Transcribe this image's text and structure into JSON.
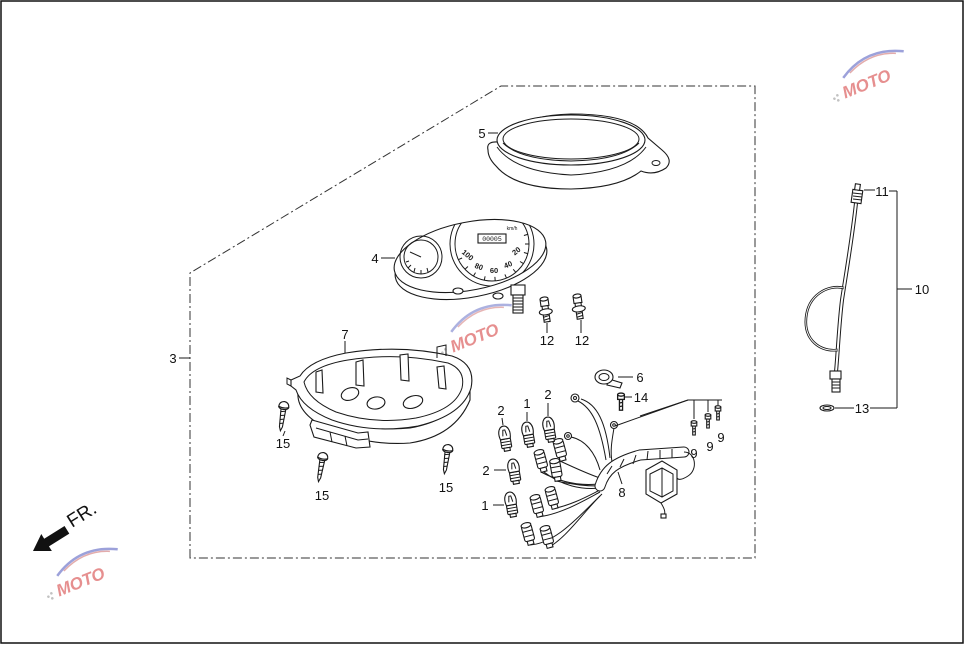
{
  "callouts": {
    "part_1": "1",
    "part_2": "2",
    "part_3": "3",
    "part_4": "4",
    "part_5": "5",
    "part_6": "6",
    "part_7": "7",
    "part_8": "8",
    "part_9": "9",
    "part_10": "10",
    "part_11": "11",
    "part_12": "12",
    "part_13": "13",
    "part_14": "14",
    "part_15": "15"
  },
  "direction": {
    "label": "FR."
  },
  "dial": {
    "scale": [
      "20",
      "40",
      "60",
      "80",
      "100"
    ],
    "odometer": "00005",
    "unit": "km/h"
  },
  "watermark": {
    "text": "MOTO"
  },
  "icons": {
    "direction": "arrow-left-down-icon",
    "watermark": "moto-logo-icon"
  },
  "colors": {
    "line": "#1a1a1a",
    "background": "#ffffff",
    "watermark_red": "#d64545",
    "watermark_blue": "#5a63c2"
  }
}
